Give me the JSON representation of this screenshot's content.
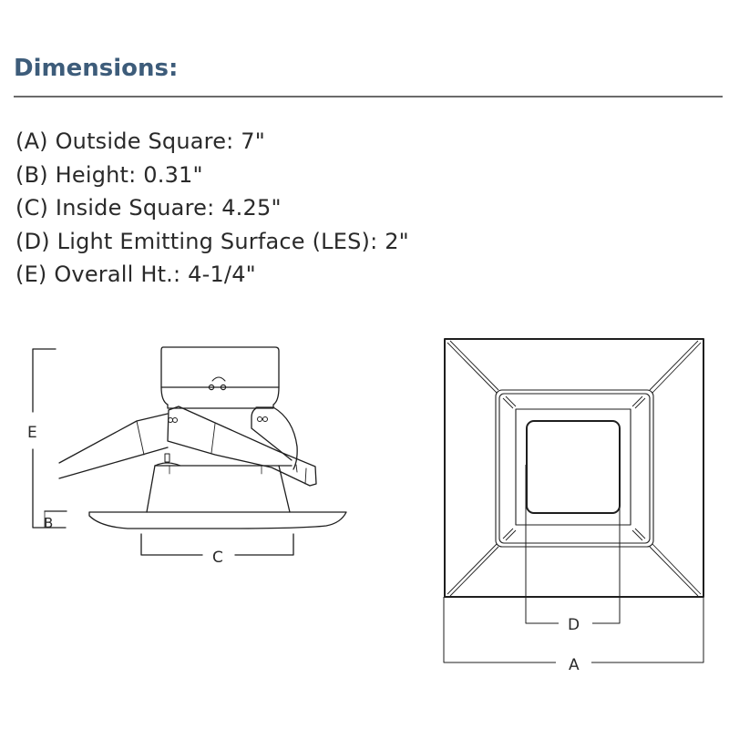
{
  "header": {
    "title": "Dimensions:"
  },
  "specs": [
    {
      "key": "A",
      "text": "(A) Outside Square: 7\""
    },
    {
      "key": "B",
      "text": "(B) Height: 0.31\""
    },
    {
      "key": "C",
      "text": "(C) Inside Square: 4.25\""
    },
    {
      "key": "D",
      "text": "(D)  Light Emitting Surface (LES): 2\""
    },
    {
      "key": "E",
      "text": "(E) Overall Ht.: 4-1/4\""
    }
  ],
  "side_view": {
    "labels": {
      "E": "E",
      "B": "B",
      "C": "C"
    }
  },
  "front_view": {
    "labels": {
      "D": "D",
      "A": "A"
    }
  },
  "colors": {
    "title": "#3d5c7a",
    "rule": "#6b6b6b",
    "text": "#2a2a2a",
    "line": "#1e1e1e"
  }
}
